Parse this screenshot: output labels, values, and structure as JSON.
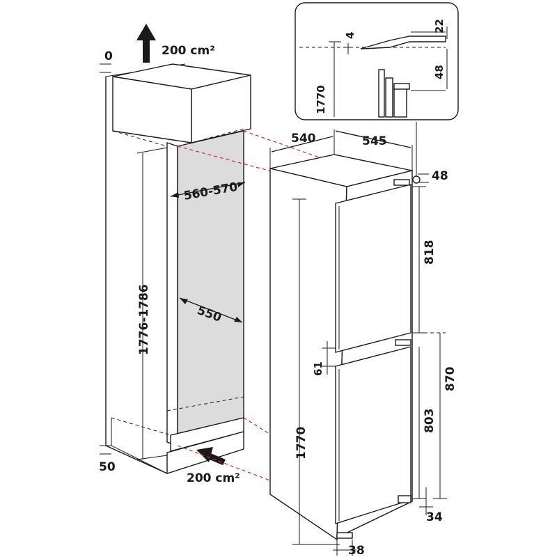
{
  "labels": {
    "vent_top": "200 cm²",
    "vent_bottom": "200 cm²",
    "gap_top": "0",
    "gap_bottom": "50",
    "niche_height": "1776-1786",
    "niche_width": "560-570",
    "niche_depth": "550",
    "appliance_depth": "540",
    "appliance_width": "545",
    "hinge_offset": "48",
    "upper_door": "818",
    "lower_door": "803",
    "door_gap": "61",
    "lower_section": "870",
    "appliance_height": "1770",
    "base_offset": "34",
    "foot": "38",
    "detail_height": "1770",
    "detail_gap": "4",
    "detail_top": "22",
    "detail_side": "48"
  },
  "colors": {
    "line": "#1a1a1a",
    "alignment": "#d8272e",
    "niche_fill": "#dcdcdc"
  }
}
